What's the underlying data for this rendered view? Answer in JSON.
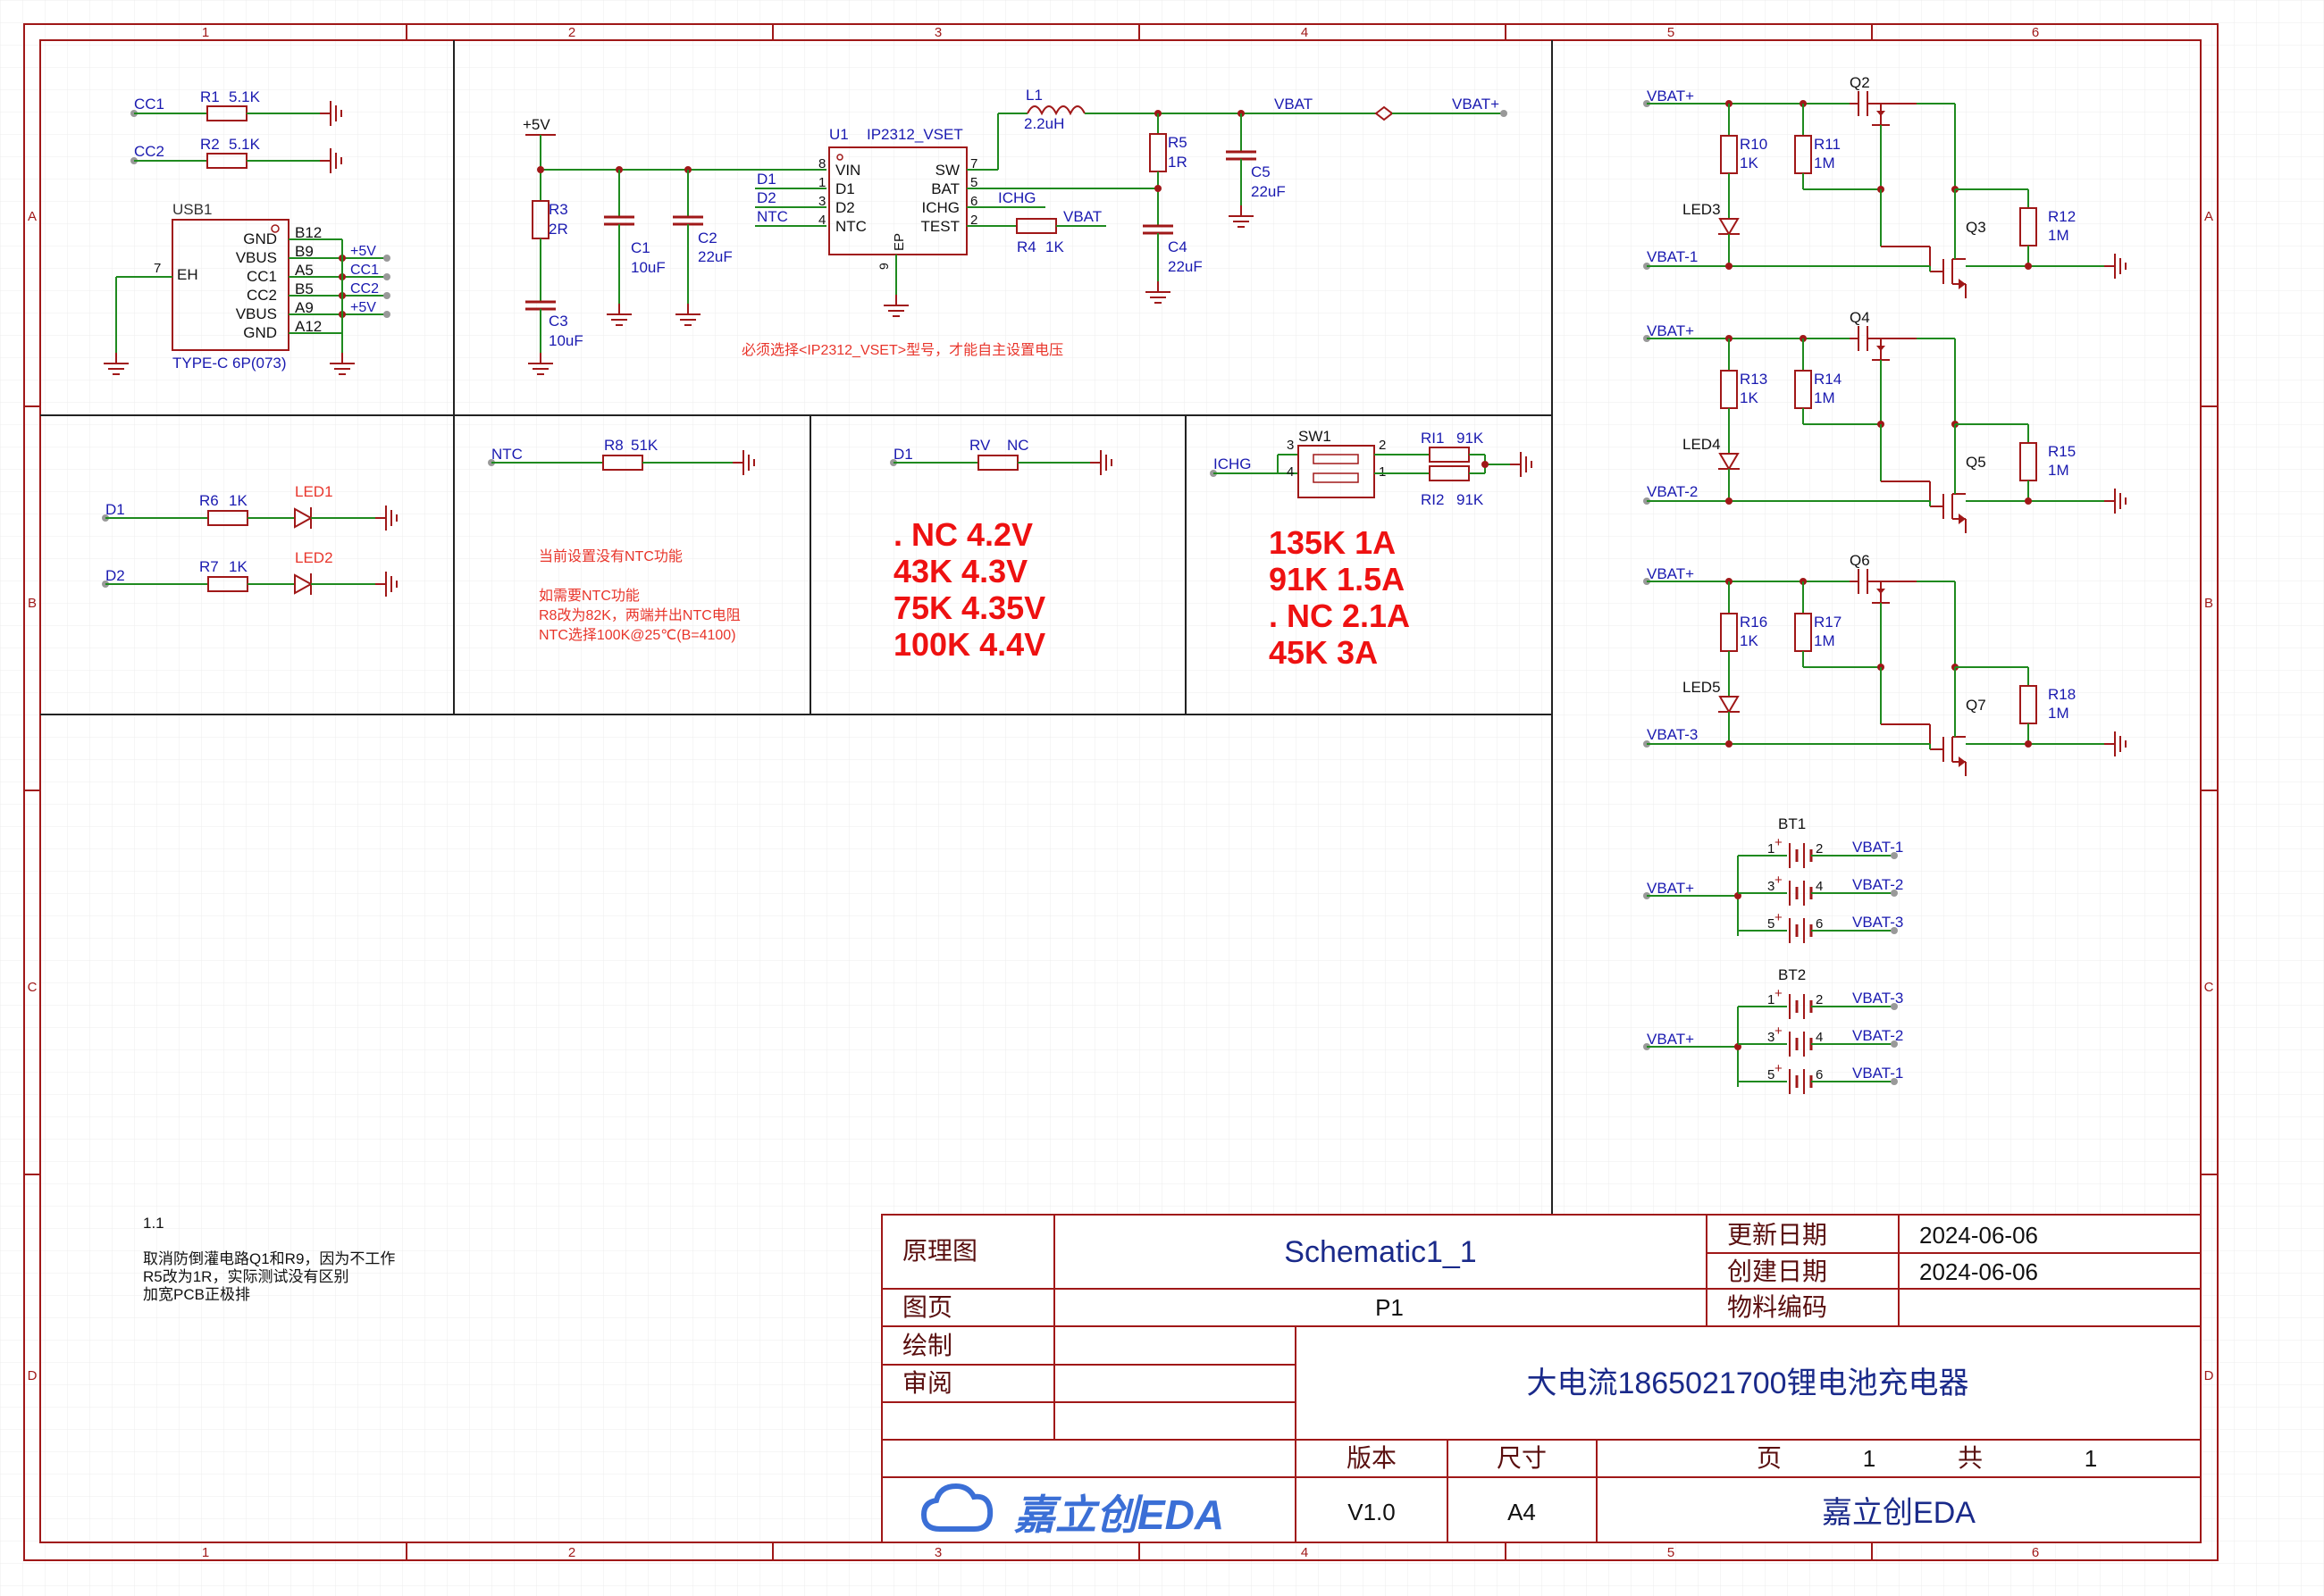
{
  "frame": {
    "columns": [
      "1",
      "2",
      "3",
      "4",
      "5",
      "6"
    ],
    "rows": [
      "A",
      "B",
      "C",
      "D"
    ]
  },
  "usb": {
    "refdes": "USB1",
    "part": "TYPE-C 6P(073)",
    "pin_eh": "EH",
    "pin_eh_num": "7",
    "pins": [
      {
        "name": "GND",
        "num": "B12",
        "net": ""
      },
      {
        "name": "VBUS",
        "num": "B9",
        "net": "+5V"
      },
      {
        "name": "CC1",
        "num": "A5",
        "net": "CC1"
      },
      {
        "name": "CC2",
        "num": "B5",
        "net": "CC2"
      },
      {
        "name": "VBUS",
        "num": "A9",
        "net": "+5V"
      },
      {
        "name": "GND",
        "num": "A12",
        "net": ""
      }
    ],
    "r1": {
      "ref": "R1",
      "val": "5.1K",
      "net": "CC1"
    },
    "r2": {
      "ref": "R2",
      "val": "5.1K",
      "net": "CC2"
    }
  },
  "charger": {
    "u1": "U1",
    "ic": "IP2312_VSET",
    "left_pins": [
      {
        "num": "8",
        "name": "VIN"
      },
      {
        "num": "1",
        "name": "D1"
      },
      {
        "num": "3",
        "name": "D2"
      },
      {
        "num": "4",
        "name": "NTC"
      }
    ],
    "right_pins": [
      {
        "num": "7",
        "name": "SW"
      },
      {
        "num": "5",
        "name": "BAT"
      },
      {
        "num": "6",
        "name": "ICHG"
      },
      {
        "num": "2",
        "name": "TEST"
      }
    ],
    "ep_pin": "EP",
    "ep_num": "9",
    "left_nets": [
      "D1",
      "D2",
      "NTC"
    ],
    "vin_net": "+5V",
    "r3": {
      "ref": "R3",
      "val": "2R"
    },
    "c3": {
      "ref": "C3",
      "val": "10uF"
    },
    "c1": {
      "ref": "C1",
      "val": "10uF"
    },
    "c2": {
      "ref": "C2",
      "val": "22uF"
    },
    "l1": {
      "ref": "L1",
      "val": "2.2uH"
    },
    "r5": {
      "ref": "R5",
      "val": "1R"
    },
    "c4": {
      "ref": "C4",
      "val": "22uF"
    },
    "c5": {
      "ref": "C5",
      "val": "22uF"
    },
    "r4": {
      "ref": "R4",
      "val": "1K"
    },
    "ichg_net": "ICHG",
    "vbat_net": "VBAT",
    "vbat_net_mid": "VBAT",
    "vbatp_net": "VBAT+",
    "note": "必须选择<IP2312_VSET>型号，才能自主设置电压"
  },
  "led_section": {
    "row1": {
      "net": "D1",
      "r": "R6",
      "rv": "1K",
      "led": "LED1"
    },
    "row2": {
      "net": "D2",
      "r": "R7",
      "rv": "1K",
      "led": "LED2"
    }
  },
  "ntc_section": {
    "net": "NTC",
    "r": "R8",
    "rv": "51K",
    "notes": [
      "当前设置没有NTC功能",
      "",
      "如需要NTC功能",
      "R8改为82K，两端并出NTC电阻",
      "NTC选择100K@25℃(B=4100)"
    ]
  },
  "voltage_section": {
    "net": "D1",
    "r": "RV",
    "rv": "NC",
    "table": [
      ". NC  4.2V",
      " 43K  4.3V",
      " 75K  4.35V",
      "100K  4.4V"
    ]
  },
  "current_section": {
    "net": "ICHG",
    "sw": "SW1",
    "sw_pins": [
      "3",
      "4",
      "2",
      "1"
    ],
    "ri1": {
      "ref": "RI1",
      "val": "91K"
    },
    "ri2": {
      "ref": "RI2",
      "val": "91K"
    },
    "table": [
      "135K  1A",
      " 91K  1.5A",
      ". NC  2.1A",
      " 45K  3A"
    ]
  },
  "protection": [
    {
      "vin": "VBAT+",
      "vout": "VBAT-1",
      "led": "LED3",
      "ra": "R10",
      "rav": "1K",
      "rb": "R11",
      "rbv": "1M",
      "q1": "Q2",
      "q2": "Q3",
      "rc": "R12",
      "rcv": "1M"
    },
    {
      "vin": "VBAT+",
      "vout": "VBAT-2",
      "led": "LED4",
      "ra": "R13",
      "rav": "1K",
      "rb": "R14",
      "rbv": "1M",
      "q1": "Q4",
      "q2": "Q5",
      "rc": "R15",
      "rcv": "1M"
    },
    {
      "vin": "VBAT+",
      "vout": "VBAT-3",
      "led": "LED5",
      "ra": "R16",
      "rav": "1K",
      "rb": "R17",
      "rbv": "1M",
      "q1": "Q6",
      "q2": "Q7",
      "rc": "R18",
      "rcv": "1M"
    }
  ],
  "batteries": [
    {
      "ref": "BT1",
      "net": "VBAT+",
      "cells": [
        [
          "1",
          "2",
          "VBAT-1"
        ],
        [
          "3",
          "4",
          "VBAT-2"
        ],
        [
          "5",
          "6",
          "VBAT-3"
        ]
      ]
    },
    {
      "ref": "BT2",
      "net": "VBAT+",
      "cells": [
        [
          "1",
          "2",
          "VBAT-3"
        ],
        [
          "3",
          "4",
          "VBAT-2"
        ],
        [
          "5",
          "6",
          "VBAT-1"
        ]
      ]
    }
  ],
  "revision_note": {
    "version": "1.1",
    "lines": [
      "取消防倒灌电路Q1和R9，因为不工作",
      "R5改为1R，实际测试没有区别",
      "加宽PCB正极排"
    ]
  },
  "title_block": {
    "type_label": "原理图",
    "schematic_name": "Schematic1_1",
    "updated_label": "更新日期",
    "updated_date": "2024-06-06",
    "created_label": "创建日期",
    "created_date": "2024-06-06",
    "page_label": "图页",
    "page_value": "P1",
    "bom_label": "物料编码",
    "drawn_label": "绘制",
    "review_label": "审阅",
    "project_title": "大电流1865021700锂电池充电器",
    "version_label": "版本",
    "size_label": "尺寸",
    "page_num_label": "页",
    "page_num": "1",
    "total_label": "共",
    "total_num": "1",
    "version_value": "V1.0",
    "size_value": "A4",
    "company": "嘉立创EDA",
    "logo_text": "嘉立创EDA"
  },
  "colors": {
    "border": "#a01818",
    "wire": "#1f8a1f",
    "net_label": "#1a1ab0",
    "component": "#a01818",
    "note_red": "#e8352b",
    "logo_blue": "#3b6fd6"
  }
}
